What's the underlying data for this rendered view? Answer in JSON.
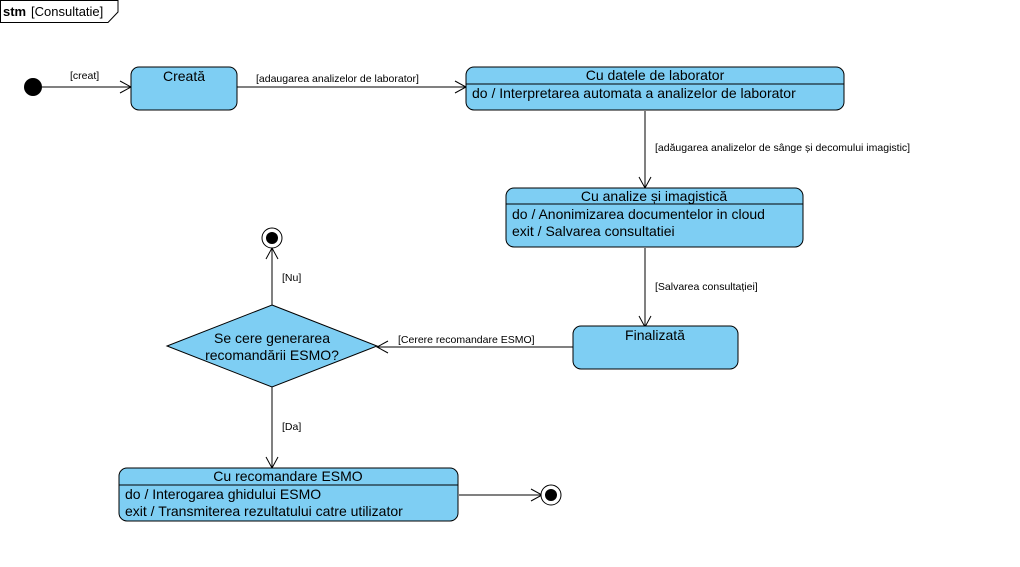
{
  "frame": {
    "keyword": "stm",
    "name": "[Consultatie]"
  },
  "colors": {
    "state_fill": "#7ecef3",
    "line": "#000000",
    "background": "#ffffff"
  },
  "states": {
    "creata": {
      "title": "Creată"
    },
    "cu_datele": {
      "title": "Cu datele de laborator",
      "activities": [
        "do / Interpretarea automata a analizelor de laborator"
      ]
    },
    "cu_analize": {
      "title": "Cu analize și imagistică",
      "activities": [
        "do / Anonimizarea documentelor in cloud",
        "exit / Salvarea consultatiei"
      ]
    },
    "finalizata": {
      "title": "Finalizată"
    },
    "cu_recomandare": {
      "title": "Cu recomandare ESMO",
      "activities": [
        "do / Interogarea ghidului ESMO",
        "exit / Transmiterea rezultatului catre utilizator"
      ]
    }
  },
  "decision": {
    "lines": [
      "Se cere generarea",
      "recomandării ESMO?"
    ]
  },
  "transitions": {
    "init_to_creata": "[creat]",
    "creata_to_datele": "[adaugarea analizelor de laborator]",
    "datele_to_analize": "[adăugarea analizelor de sânge și decomului imagistic]",
    "analize_to_finalizata": "[Salvarea consultației]",
    "finalizata_to_decision": "[Cerere recomandare ESMO]",
    "decision_nu": "[Nu]",
    "decision_da": "[Da]"
  }
}
